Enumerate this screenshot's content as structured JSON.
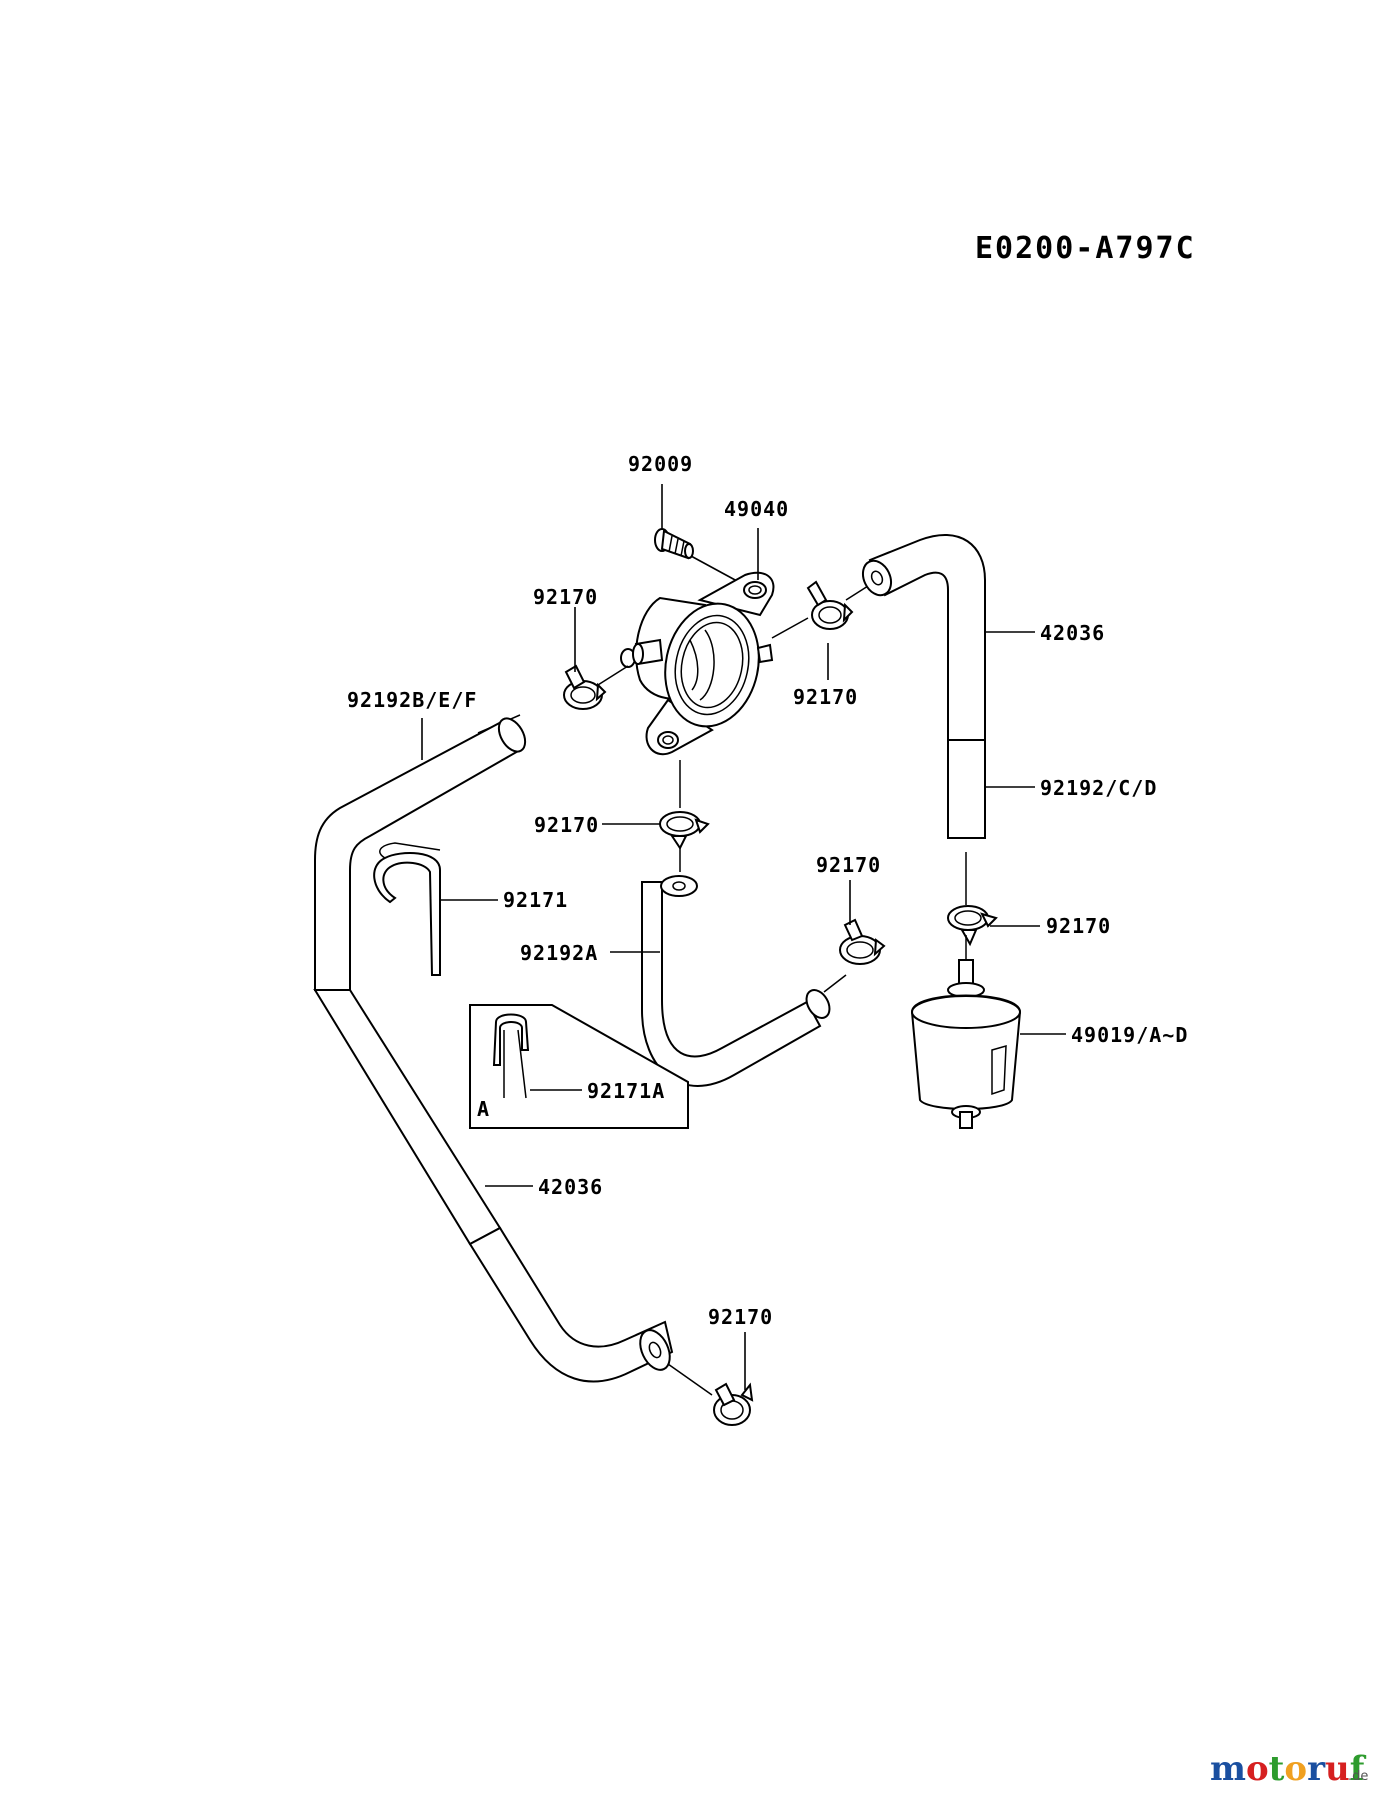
{
  "diagram": {
    "code": "E0200-A797C",
    "inset_letter": "A",
    "labels": {
      "bolt": "92009",
      "fuel_pump": "49040",
      "clamp_pump_left": "92170",
      "clamp_pump_right": "92170",
      "clamp_pump_bottom": "92170",
      "clamp_lhose_end": "92170",
      "clamp_filter_top": "92170",
      "clamp_hose_bottom": "92170",
      "hose_top_right": "42036",
      "hose_bottom_long": "42036",
      "hose_upper_left": "92192B/E/F",
      "hose_right_lower": "92192/C/D",
      "hose_l_shape": "92192A",
      "hose_clip": "92171",
      "hose_clip_a": "92171A",
      "fuel_filter": "49019/A~D"
    }
  },
  "watermark": {
    "brand": "motoruf",
    "suffix": ".de",
    "colors": [
      "#1a4fa0",
      "#d62020",
      "#2e9c2e",
      "#f0a020",
      "#1a4fa0",
      "#d62020",
      "#2e9c2e"
    ]
  }
}
